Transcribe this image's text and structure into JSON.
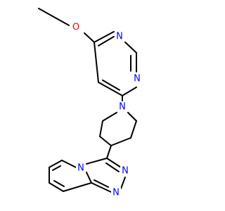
{
  "molecule": {
    "atoms": {
      "o1": {
        "symbol": "O",
        "color": "#ff0000"
      },
      "n1": {
        "symbol": "N",
        "color": "#0000ff"
      },
      "n2": {
        "symbol": "N",
        "color": "#0000ff"
      },
      "n3": {
        "symbol": "N",
        "color": "#0000ff"
      },
      "n4": {
        "symbol": "N",
        "color": "#0000ff"
      },
      "n5": {
        "symbol": "N",
        "color": "#0000ff"
      },
      "n6": {
        "symbol": "N",
        "color": "#0000ff"
      }
    },
    "colors": {
      "carbon_bond": "#000000",
      "nitrogen": "#0000ff",
      "oxygen": "#ff0000",
      "background": "#ffffff"
    }
  }
}
